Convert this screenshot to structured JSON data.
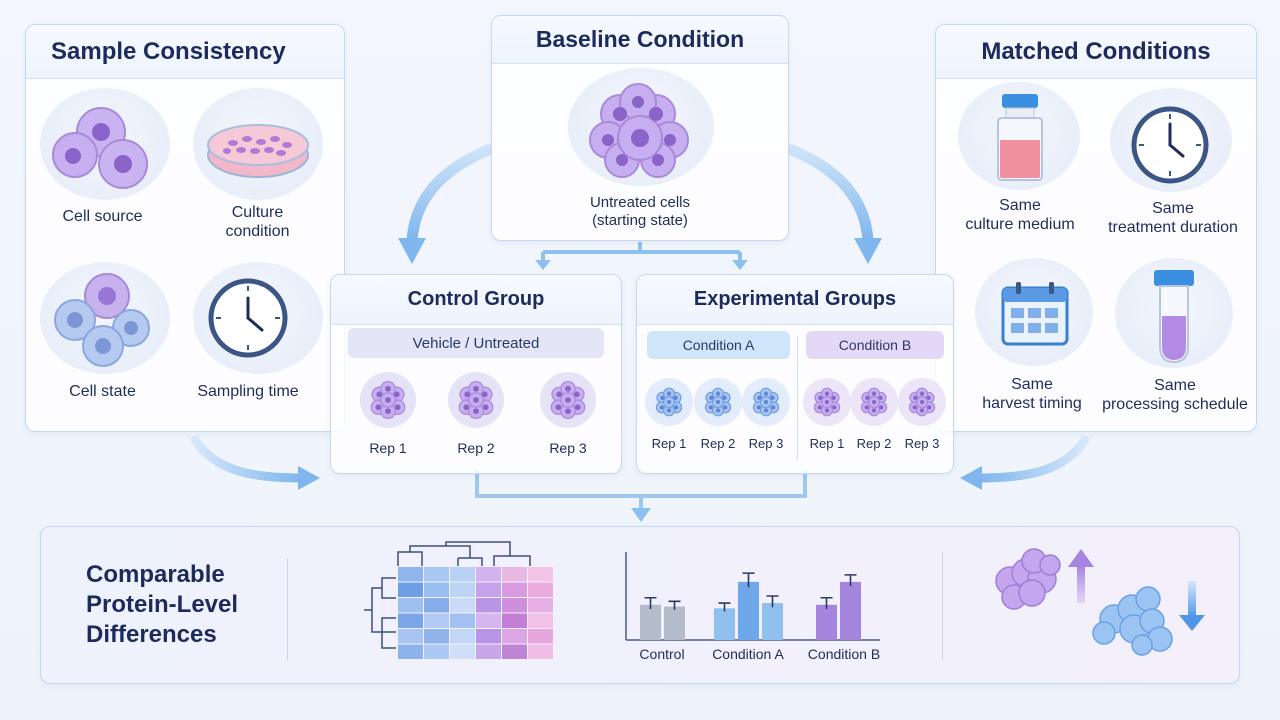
{
  "sample_consistency": {
    "title": "Sample Consistency",
    "items": [
      {
        "label": "Cell source",
        "icon": "cell-cluster-icon"
      },
      {
        "label": "Culture",
        "label2": "condition",
        "icon": "petri-dish-icon"
      },
      {
        "label": "Cell state",
        "icon": "cell-cluster-blue-icon"
      },
      {
        "label": "Sampling time",
        "icon": "clock-icon"
      }
    ]
  },
  "baseline": {
    "title": "Baseline Condition",
    "caption1": "Untreated cells",
    "caption2": "(starting state)"
  },
  "matched_conditions": {
    "title": "Matched Conditions",
    "items": [
      {
        "label": "Same",
        "label2": "culture medium",
        "icon": "medium-bottle-icon"
      },
      {
        "label": "Same",
        "label2": "treatment duration",
        "icon": "clock-icon"
      },
      {
        "label": "Same",
        "label2": "harvest timing",
        "icon": "calendar-icon"
      },
      {
        "label": "Same",
        "label2": "processing schedule",
        "icon": "sample-tube-icon"
      }
    ]
  },
  "control_group": {
    "title": "Control Group",
    "subtitle": "Vehicle / Untreated",
    "reps": [
      "Rep 1",
      "Rep 2",
      "Rep 3"
    ]
  },
  "experimental_groups": {
    "title": "Experimental Groups",
    "condition_a": "Condition A",
    "condition_b": "Condition B",
    "reps_a": [
      "Rep 1",
      "Rep 2",
      "Rep 3"
    ],
    "reps_b": [
      "Rep 1",
      "Rep 2",
      "Rep 3"
    ]
  },
  "result": {
    "title_lines": [
      "Comparable",
      "Protein-Level",
      "Differences"
    ]
  },
  "chart_data": {
    "type": "bar",
    "categories": [
      "Control",
      "Condition A",
      "Condition B"
    ],
    "series_values": [
      [
        0.4,
        0.38
      ],
      [
        0.36,
        0.66,
        0.42
      ],
      [
        0.4,
        0.66
      ]
    ],
    "errors": [
      [
        0.08,
        0.06
      ],
      [
        0.06,
        0.1,
        0.08
      ],
      [
        0.08,
        0.08
      ]
    ],
    "ylim": [
      0,
      1
    ],
    "colors": [
      "#b3bccb",
      "#8fc0ee",
      "#a585dd"
    ]
  },
  "colors": {
    "accent_blue": "#8cc1ef",
    "accent_purple": "#b39ae6",
    "condition_a_bg": "#cfe6fa",
    "condition_b_bg": "#e4d8f7",
    "heading": "#1c2a5c"
  }
}
